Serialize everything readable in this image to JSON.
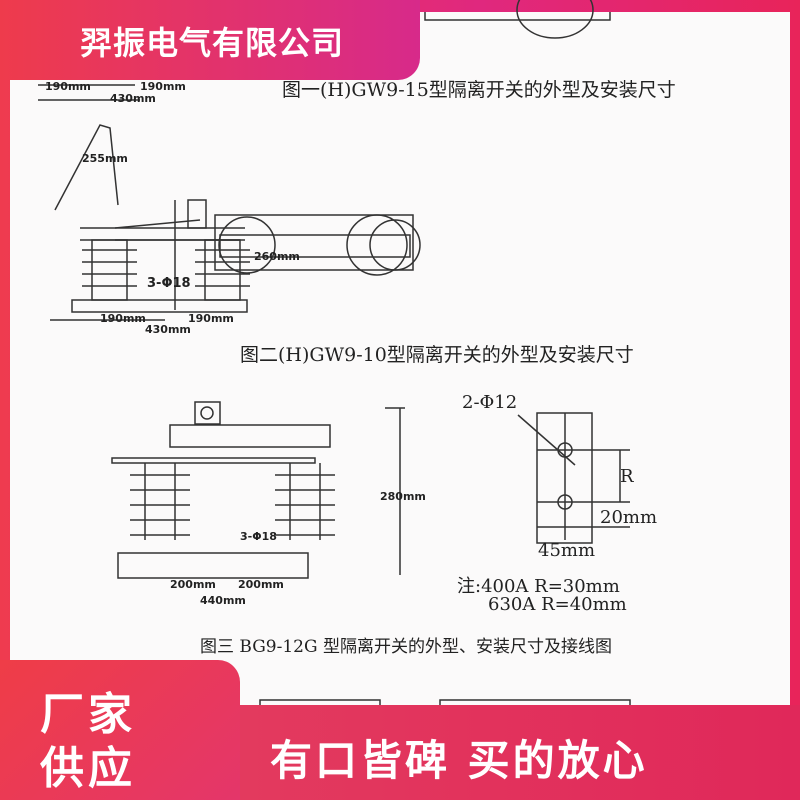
{
  "company": "羿振电气有限公司",
  "figure1": {
    "caption": "图一(H)GW9-15型隔离开关的外型及安装尺寸",
    "dims": [
      "190mm",
      "190mm",
      "430mm"
    ]
  },
  "figure2": {
    "caption": "图二(H)GW9-10型隔离开关的外型及安装尺寸",
    "dims": {
      "blade": "255mm",
      "height": "260mm",
      "holes": "3-Φ18",
      "left": "190mm",
      "right": "190mm",
      "total": "430mm"
    }
  },
  "figure3": {
    "caption": "图三 BG9-12G 型隔离开关的外型、安装尺寸及接线图",
    "dims": {
      "height": "280mm",
      "holes": "3-Φ18",
      "left": "200mm",
      "right": "200mm",
      "total": "440mm"
    },
    "terminal": {
      "holes": "2-Φ12",
      "r": "R",
      "offset": "20mm",
      "width": "45mm"
    },
    "note1": "注:400A R=30mm",
    "note2": "630A R=40mm"
  },
  "promo": {
    "left_line1": "厂家",
    "left_line2": "供应",
    "slogan": "有口皆碑  买的放心"
  }
}
